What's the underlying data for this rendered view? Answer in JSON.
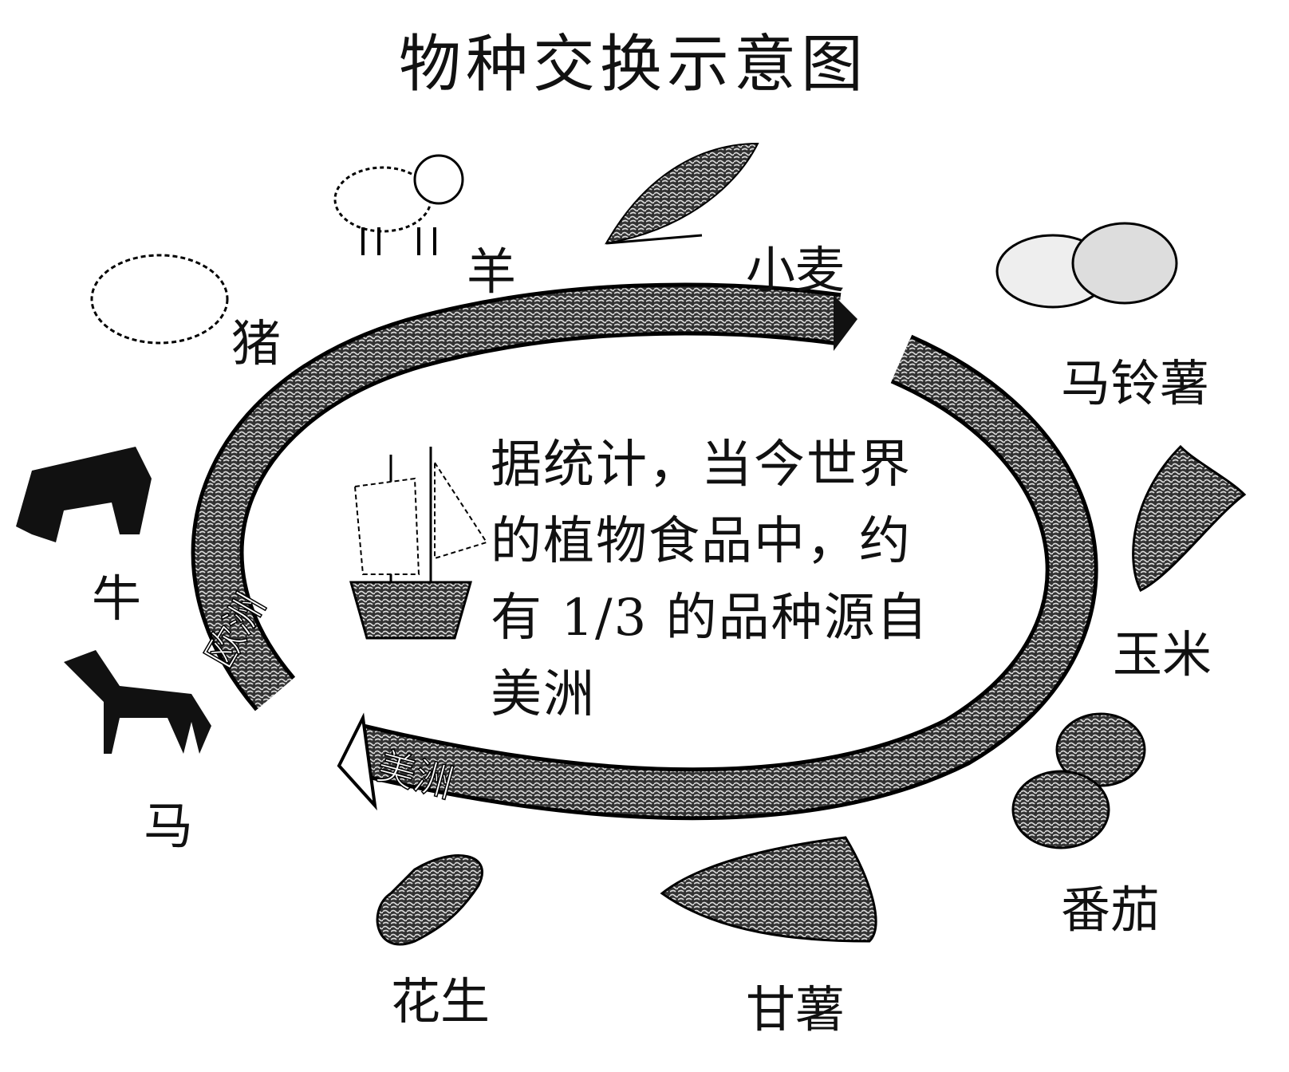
{
  "title": "物种交换示意图",
  "center_text": "据统计，当今世界的植物食品中，约有 1/3 的品种源自美洲",
  "arrow_labels": {
    "left": "欧洲",
    "bottom": "美洲"
  },
  "labels": {
    "sheep": "羊",
    "wheat": "小麦",
    "pig": "猪",
    "potato": "马铃薯",
    "cattle": "牛",
    "corn": "玉米",
    "horse": "马",
    "tomato": "番茄",
    "peanut": "花生",
    "sweet_potato": "甘薯"
  }
}
